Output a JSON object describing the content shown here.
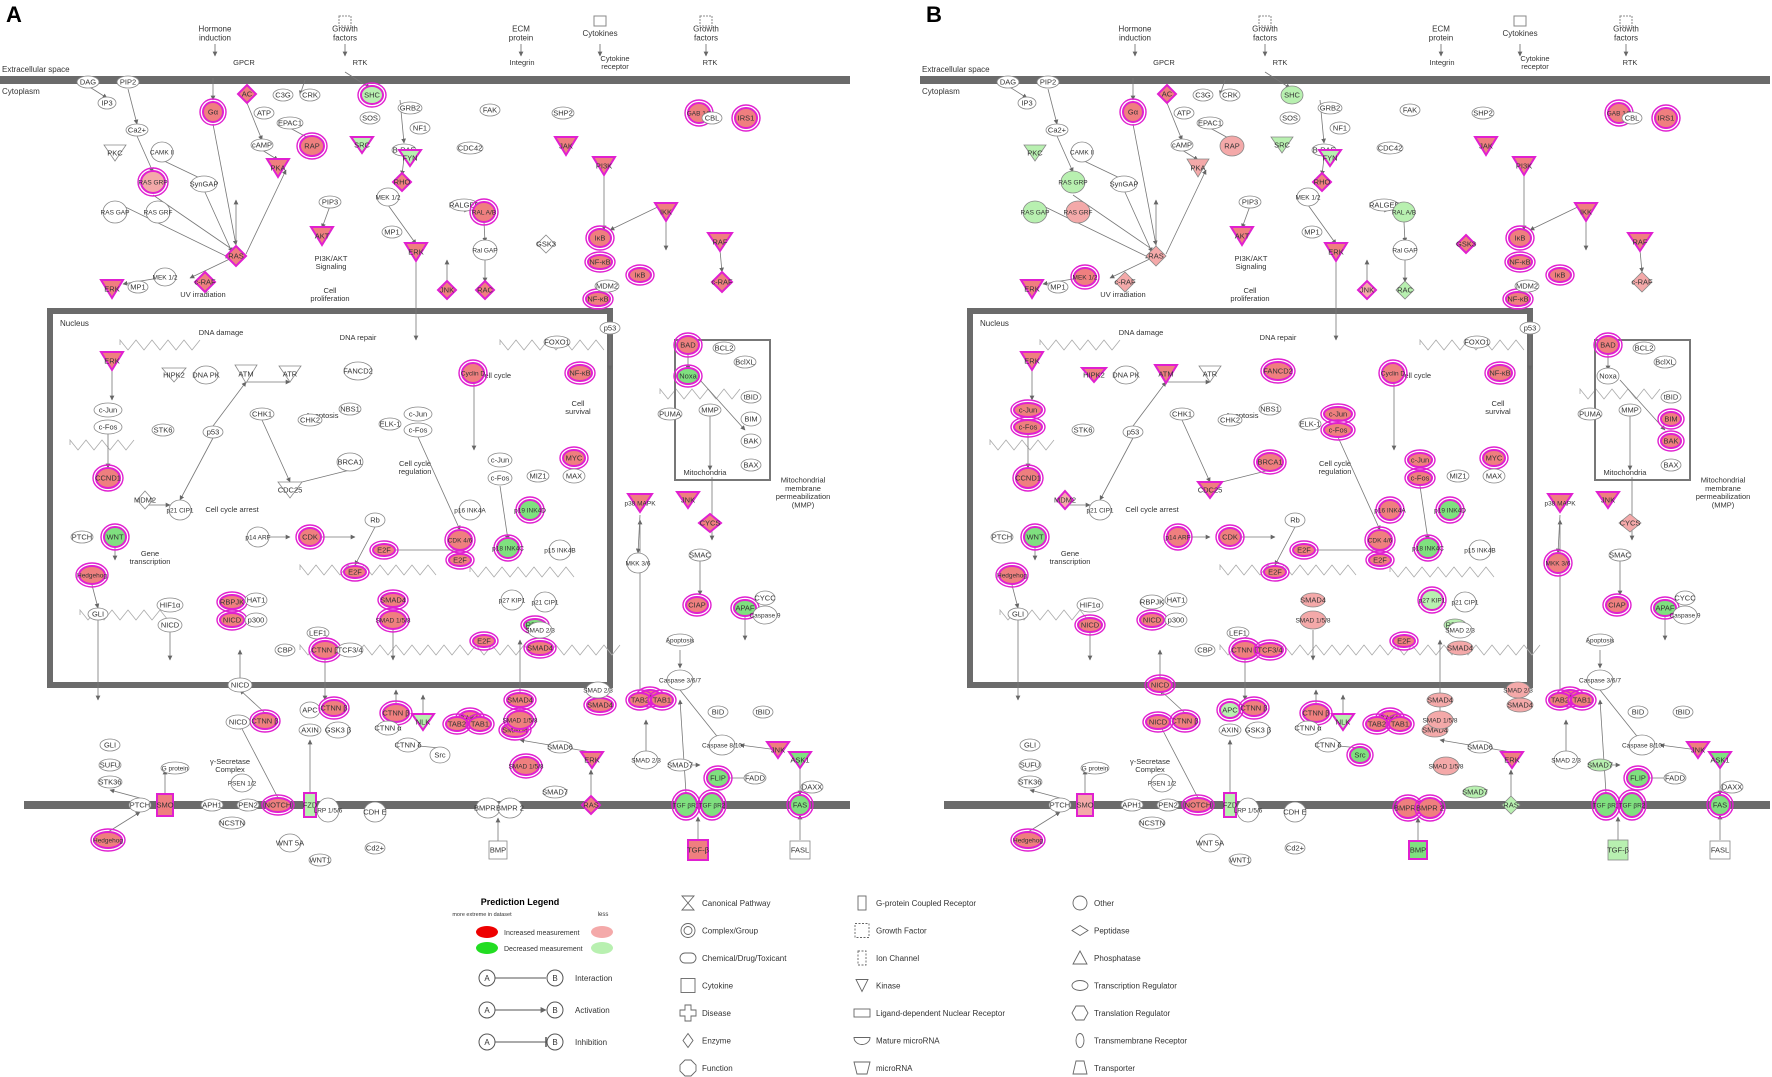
{
  "panels": [
    {
      "letter": "A",
      "labels": {
        "extracellular": "Extracellular space",
        "cytoplasm": "Cytoplasm",
        "nucleus": "Nucleus",
        "top_inputs": [
          "Hormone induction",
          "Growth factors",
          "ECM protein",
          "Cytokines",
          "Growth factors"
        ],
        "top_receptors": [
          "GPCR",
          "RTK",
          "Integrin",
          "Cytokine receptor",
          "RTK"
        ],
        "processes": [
          "UV irradiation",
          "PI3K/AKT Signaling",
          "Cell proliferation",
          "DNA damage",
          "DNA repair",
          "Cell cycle arrest",
          "Apoptosis",
          "Cell cycle regulation",
          "Cell cycle",
          "Cell survival",
          "Gene transcription",
          "Mitochondria",
          "Mitochondrial membrane permeabilization (MMP)",
          "γ-Secretase Complex"
        ],
        "nodes": [
          "DAG",
          "PIP2",
          "IP3",
          "Ca2+",
          "PKC",
          "RAS GRP",
          "RAS GAP",
          "RAS GRF",
          "CAMK II",
          "SynGAP",
          "Gα",
          "AC",
          "ATP",
          "cAMP",
          "EPAC1",
          "C3G",
          "CRK",
          "PKA",
          "RAP",
          "SHC",
          "GRB2",
          "SOS",
          "NF1",
          "B-RAF",
          "SRC",
          "FYN",
          "RHO",
          "FAK",
          "CDC42",
          "SHP2",
          "JAK",
          "PI3K",
          "GAB 1/2",
          "CBL",
          "IRS1",
          "RAS",
          "PIP3",
          "AKT",
          "MEK 1/2",
          "MP1",
          "ERK",
          "RALGEF",
          "RAL A/B",
          "Ral GAP",
          "RAC",
          "JNK",
          "GSK3",
          "IκB",
          "NF-κB",
          "MDM2",
          "p53",
          "IKK",
          "RAF",
          "c-RAF",
          "c-Jun",
          "c-Fos",
          "CCND1",
          "HIPK2",
          "DNA PK",
          "ATM",
          "ATR",
          "CHK1",
          "CHK2",
          "NBS1",
          "FANCD2",
          "BRCA1",
          "STK6",
          "p21 CIP1",
          "CDC25",
          "ELK-1",
          "Cyclin D",
          "FOXO1",
          "BAD",
          "BCL2",
          "BclXL",
          "Noxa",
          "PUMA",
          "MMP",
          "tBID",
          "BIM",
          "BAK",
          "BAX",
          "MYC",
          "MAX",
          "MIZ1",
          "p16 INK4A",
          "p19 INK4D",
          "p18 INK4C",
          "p15 INK4B",
          "p27 KIP1",
          "CDK",
          "Rb",
          "E2F",
          "p14 ARF",
          "PTCH",
          "WNT",
          "Hedgehog",
          "HIF1α",
          "NICD",
          "RBPJK",
          "HAT1",
          "p300",
          "GLI",
          "LEF1",
          "CBP",
          "CTNN β",
          "TCF3/4",
          "SMAD4",
          "SMAD 1/5/8",
          "SMAD 2/3",
          "RBL1",
          "p38 MAPK",
          "MKK 3/6",
          "CYCS",
          "SMAC",
          "CIAP",
          "APAF",
          "CYCC",
          "Caspase 9",
          "Caspase 3/6/7",
          "BID",
          "Caspase 8/10",
          "TAK1",
          "TAB1",
          "TAB2",
          "SUFU",
          "STK36",
          "G protein",
          "SMO",
          "APC",
          "AXIN",
          "GSK3 β",
          "CTNN α",
          "CTNN δ",
          "NLK",
          "DSH",
          "Src",
          "SMAD6",
          "SMAD7",
          "PSEN 1/2",
          "APH1",
          "PEN2",
          "NCSTN",
          "NOTCH",
          "FZD",
          "LRP 1/5/6",
          "CDH E",
          "Cd2+",
          "WNT 5A",
          "WNT1",
          "BMPR 1",
          "BMPR 2",
          "BMP",
          "TGF βR1",
          "TGF βR2",
          "TGF-β",
          "FLIP",
          "FADD",
          "DAXX",
          "ASK1",
          "FAS",
          "FASL"
        ]
      }
    },
    {
      "letter": "B",
      "labels": {
        "extracellular": "Extracellular space",
        "cytoplasm": "Cytoplasm",
        "nucleus": "Nucleus",
        "top_inputs": [
          "Hormone induction",
          "Growth factors",
          "ECM protein",
          "Cytokines",
          "Growth factors"
        ],
        "top_receptors": [
          "GPCR",
          "RTK",
          "Integrin",
          "Cytokine receptor",
          "RTK"
        ],
        "processes": [
          "UV irradiation",
          "PI3K/AKT Signaling",
          "Cell proliferation",
          "DNA damage",
          "DNA repair",
          "Cell cycle arrest",
          "Apoptosis",
          "Cell cycle regulation",
          "Cell cycle",
          "Cell survival",
          "Gene transcription",
          "Mitochondria",
          "Mitochondrial membrane permeabilization (MMP)",
          "γ-Secretase Complex"
        ]
      }
    }
  ],
  "legend": {
    "title": "Prediction Legend",
    "scale_left": "more extreme in dataset",
    "scale_right": "less",
    "increased": "Increased measurement",
    "decreased": "Decreased measurement",
    "colors": {
      "increased_strong": "#ee0000",
      "increased_light": "#f4a9a9",
      "decreased_strong": "#22dd22",
      "decreased_light": "#b8f0b0",
      "highlight": "#e020d0",
      "membrane": "#6b6b6b"
    },
    "relations": [
      {
        "a": "A",
        "b": "B",
        "label": "Interaction"
      },
      {
        "a": "A",
        "b": "B",
        "label": "Activation"
      },
      {
        "a": "A",
        "b": "B",
        "label": "Inhibition"
      }
    ],
    "shapes_col1": [
      {
        "icon": "hourglass",
        "label": "Canonical Pathway"
      },
      {
        "icon": "double-circle",
        "label": "Complex/Group"
      },
      {
        "icon": "rounded-rect",
        "label": "Chemical/Drug/Toxicant"
      },
      {
        "icon": "square",
        "label": "Cytokine"
      },
      {
        "icon": "cross",
        "label": "Disease"
      },
      {
        "icon": "diamond",
        "label": "Enzyme"
      },
      {
        "icon": "octagon",
        "label": "Function"
      }
    ],
    "shapes_col2": [
      {
        "icon": "tall-rect",
        "label": "G-protein Coupled Receptor"
      },
      {
        "icon": "dashed-square",
        "label": "Growth Factor"
      },
      {
        "icon": "dashed-tall-rect",
        "label": "Ion Channel"
      },
      {
        "icon": "down-triangle",
        "label": "Kinase"
      },
      {
        "icon": "wide-rect",
        "label": "Ligand-dependent Nuclear Receptor"
      },
      {
        "icon": "half-moon",
        "label": "Mature microRNA"
      },
      {
        "icon": "trapezoid",
        "label": "microRNA"
      }
    ],
    "shapes_col3": [
      {
        "icon": "circle",
        "label": "Other"
      },
      {
        "icon": "flat-diamond",
        "label": "Peptidase"
      },
      {
        "icon": "up-triangle",
        "label": "Phosphatase"
      },
      {
        "icon": "ellipse",
        "label": "Transcription Regulator"
      },
      {
        "icon": "hexagon",
        "label": "Translation Regulator"
      },
      {
        "icon": "tall-ellipse",
        "label": "Transmembrane Receptor"
      },
      {
        "icon": "bucket",
        "label": "Transporter"
      }
    ]
  }
}
